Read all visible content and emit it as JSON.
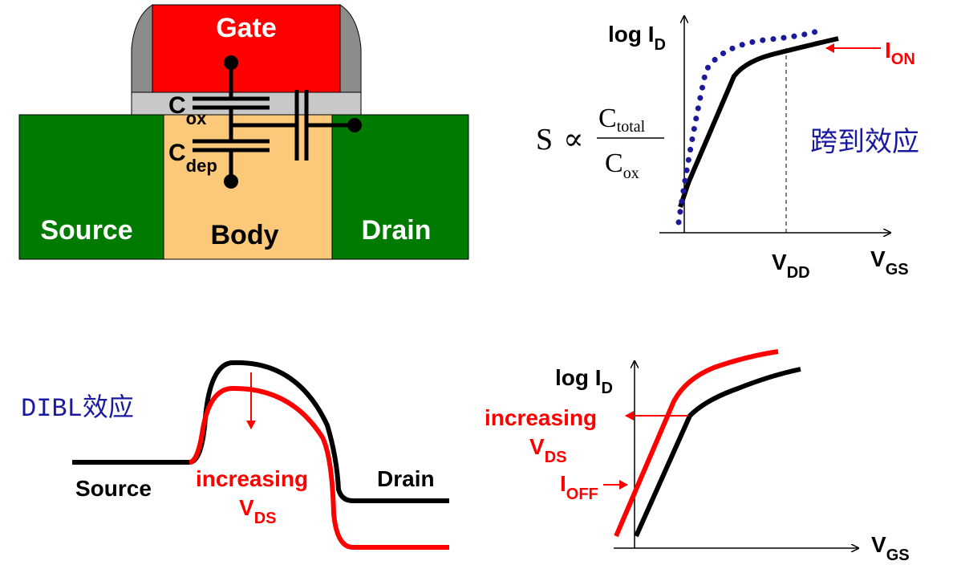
{
  "mosfet": {
    "gate": "Gate",
    "source": "Source",
    "body": "Body",
    "drain": "Drain",
    "cox_main": "C",
    "cox_sub": "ox",
    "cdep_main": "C",
    "cdep_sub": "dep",
    "colors": {
      "gate": "#ff0000",
      "source_drain": "#007a00",
      "body": "#fcc87a",
      "oxide": "#c8c8c8",
      "spacer": "#8c8c8c"
    }
  },
  "subthreshold": {
    "y_label_main": "log I",
    "y_label_sub": "D",
    "x_label_main": "V",
    "x_label_sub": "GS",
    "vdd_main": "V",
    "vdd_sub": "DD",
    "ion_main": "I",
    "ion_sub": "ON",
    "formula_s": "S",
    "formula_prop": "∝",
    "formula_num_main": "C",
    "formula_num_sub": "total",
    "formula_den_main": "C",
    "formula_den_sub": "ox",
    "caption": "跨到效应",
    "colors": {
      "solid": "#000000",
      "dotted": "#1a1a9a",
      "ion": "#ff0000",
      "caption": "#1a1aa0"
    }
  },
  "dibl_band": {
    "caption": "DIBL效应",
    "source": "Source",
    "drain": "Drain",
    "increasing": "increasing",
    "vds_main": "V",
    "vds_sub": "DS",
    "colors": {
      "base": "#000000",
      "shifted": "#ff0000",
      "caption": "#1a1aa0"
    }
  },
  "dibl_iv": {
    "y_label_main": "log I",
    "y_label_sub": "D",
    "x_label_main": "V",
    "x_label_sub": "GS",
    "increasing": "increasing",
    "vds_main": "V",
    "vds_sub": "DS",
    "ioff_main": "I",
    "ioff_sub": "OFF",
    "colors": {
      "base": "#000000",
      "shifted": "#ff0000"
    }
  }
}
